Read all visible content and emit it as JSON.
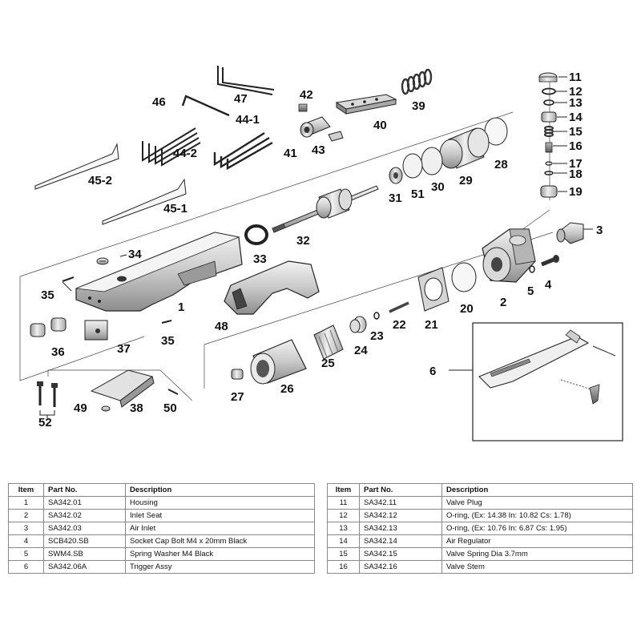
{
  "callouts": [
    "1",
    "2",
    "3",
    "4",
    "5",
    "6",
    "11",
    "12",
    "13",
    "14",
    "15",
    "16",
    "17",
    "18",
    "19",
    "20",
    "21",
    "22",
    "23",
    "24",
    "25",
    "26",
    "27",
    "28",
    "29",
    "30",
    "31",
    "32",
    "33",
    "34",
    "35",
    "35",
    "36",
    "37",
    "38",
    "39",
    "40",
    "41",
    "42",
    "43",
    "44-1",
    "44-2",
    "45-1",
    "45-2",
    "46",
    "47",
    "48",
    "49",
    "50",
    "51",
    "52"
  ],
  "tables": {
    "headers": {
      "item": "Item",
      "part": "Part No.",
      "desc": "Description"
    },
    "left": [
      {
        "item": "1",
        "part": "SA342.01",
        "desc": "Housing"
      },
      {
        "item": "2",
        "part": "SA342.02",
        "desc": "Inlet Seat"
      },
      {
        "item": "3",
        "part": "SA342.03",
        "desc": "Air Inlet"
      },
      {
        "item": "4",
        "part": "SCB420.SB",
        "desc": "Socket Cap Bolt M4 x 20mm Black"
      },
      {
        "item": "5",
        "part": "SWM4.SB",
        "desc": "Spring Washer M4 Black"
      },
      {
        "item": "6",
        "part": "SA342.06A",
        "desc": "Trigger Assy"
      }
    ],
    "right": [
      {
        "item": "11",
        "part": "SA342.11",
        "desc": "Valve Plug"
      },
      {
        "item": "12",
        "part": "SA342.12",
        "desc": "O-ring, (Ex: 14.38 In: 10.82 Cs: 1.78)"
      },
      {
        "item": "13",
        "part": "SA342.13",
        "desc": "O-ring, (Ex: 10.76 In: 6.87 Cs: 1.95)"
      },
      {
        "item": "14",
        "part": "SA342.14",
        "desc": "Air Regulator"
      },
      {
        "item": "15",
        "part": "SA342.15",
        "desc": "Valve Spring Dia 3.7mm"
      },
      {
        "item": "16",
        "part": "SA342.16",
        "desc": "Valve Stem"
      }
    ]
  }
}
